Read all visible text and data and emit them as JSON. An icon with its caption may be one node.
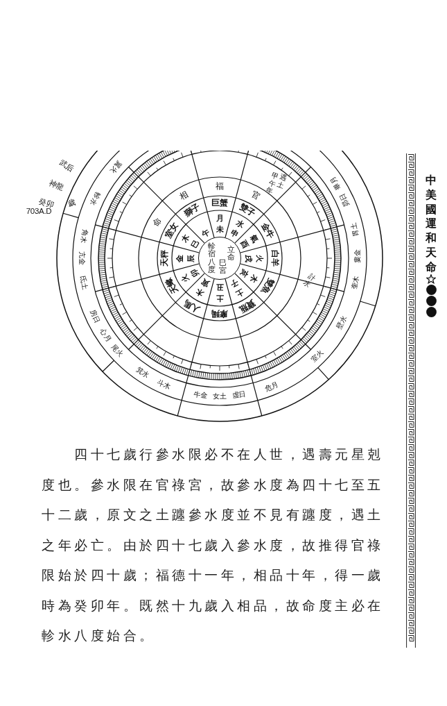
{
  "diagram": {
    "nodes": [
      {
        "text": [
          "立命巳宮軫宿八度"
        ]
      }
    ],
    "labels": [
      "武后",
      "神龍",
      "癸卯",
      "703A.D",
      "歲",
      "翼火",
      "軫水",
      "角木",
      "亢金",
      "氐土",
      "房日",
      "心月",
      "尾火",
      "箕水",
      "斗木",
      "牛金",
      "女土",
      "虛日",
      "危月",
      "室火",
      "壁水",
      "奎木",
      "婁金",
      "胃土",
      "昴日",
      "畢月",
      "遇土",
      "甲午年",
      "計水",
      "命",
      "相",
      "福",
      "官",
      "巨蟹",
      "雙子",
      "金牛",
      "白羊",
      "雙魚",
      "寶瓶",
      "摩羯",
      "人馬",
      "天蠍",
      "天秤",
      "室女",
      "獅子",
      "月未",
      "水申",
      "氣酉",
      "火戌",
      "木亥",
      "土子",
      "土丑",
      "木寅",
      "火卯",
      "金辰",
      "木巳",
      "午",
      "中美國運和天命",
      "四十七歲行參水限必不在人世，遇壽元星剋度也。參水限在官祿宮，故參水度為四十七至五十二歲，原文之土躔參水度並不見有躔度，遇土之年必亡。由於四十七歲入參水度，故推得官祿限始於四十歲；福德十一年，相品十年，得一歲時為癸卯年。既然十九歲入相品，故命度主必在軫水八度始合。"
    ]
  }
}
